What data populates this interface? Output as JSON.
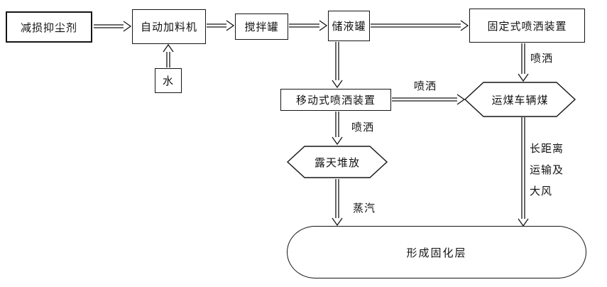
{
  "diagram": {
    "nodes": {
      "agent": "减损抑尘剂",
      "feeder": "自动加料机",
      "mixer": "搅拌罐",
      "tank": "储液罐",
      "fixed_sprayer": "固定式喷洒装置",
      "water": "水",
      "mobile_sprayer": "移动式喷洒装置",
      "coal_vehicle": "运煤车辆煤",
      "open_stack": "露天堆放",
      "cured_layer": "形成固化层"
    },
    "edge_labels": {
      "spray_fixed": "喷洒",
      "spray_to_vehicle": "喷洒",
      "spray_to_stack": "喷洒",
      "steam": "蒸汽",
      "long_distance_line1": "长距离",
      "long_distance_line2": "运输及",
      "long_distance_line3": "大风"
    },
    "line_color": "#151515"
  }
}
